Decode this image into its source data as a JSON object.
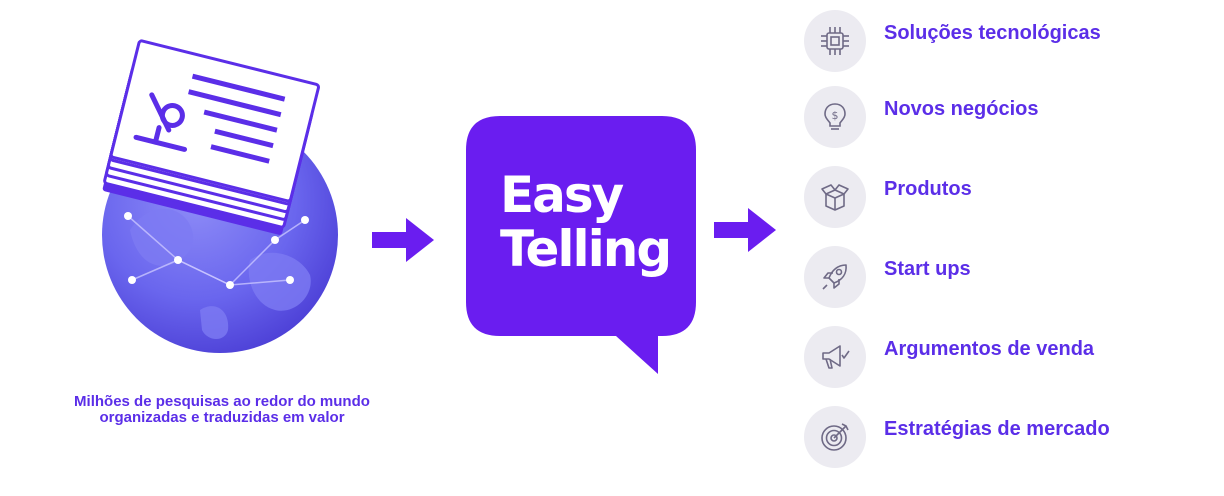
{
  "caption": "Milhões de pesquisas ao redor do mundo organizadas e traduzidas em valor",
  "logo": {
    "line1": "Easy",
    "line2": "Telling"
  },
  "colors": {
    "brand": "#6a1df0",
    "text": "#5b2ee8",
    "circle": "#ecebf1"
  },
  "benefits": [
    {
      "label": "Soluções tecnológicas",
      "icon": "chip-icon"
    },
    {
      "label": "Novos negócios",
      "icon": "lightbulb-dollar-icon"
    },
    {
      "label": "Produtos",
      "icon": "box-icon"
    },
    {
      "label": "Start ups",
      "icon": "rocket-icon"
    },
    {
      "label": "Argumentos de venda",
      "icon": "megaphone-icon"
    },
    {
      "label": "Estratégias de mercado",
      "icon": "target-icon"
    }
  ]
}
